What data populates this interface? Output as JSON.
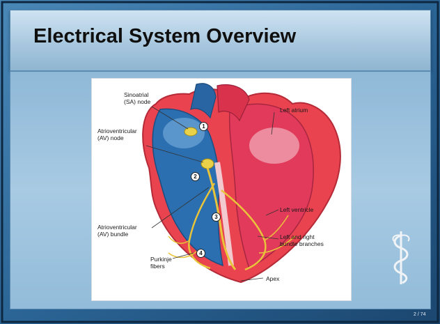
{
  "slide": {
    "title": "Electrical System Overview",
    "page_number": "2 / 74"
  },
  "figure": {
    "labels": {
      "sa_node": [
        "Sinoatrial",
        "(SA) node"
      ],
      "av_node": [
        "Atrioventricular",
        "(AV) node"
      ],
      "av_bundle": [
        "Atrioventricular",
        "(AV) bundle"
      ],
      "purkinje": [
        "Purkinje",
        "fibers"
      ],
      "left_atrium": "Left atrium",
      "left_ventricle": "Left ventricle",
      "bundle_branches": [
        "Left and right",
        "bundle branches"
      ],
      "apex": "Apex"
    },
    "steps": [
      "1",
      "2",
      "3",
      "4"
    ]
  },
  "colors": {
    "slide_bg": "#2f6d9a",
    "title_band": "#b8d3e8",
    "deoxygenated": "#2b6fb0",
    "oxygenated": "#e23a5b",
    "conduction": "#e9c43a"
  }
}
